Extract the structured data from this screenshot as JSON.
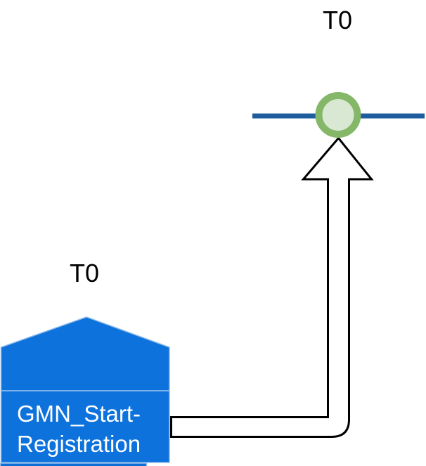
{
  "diagram": {
    "timeline": {
      "time_label": "T0",
      "line_color": "#1E5C9E"
    },
    "milestone": {
      "fill_color": "#D9E8D2",
      "ring_color": "#85B768"
    },
    "connector": {
      "type": "block-arrow-elbow",
      "stroke_color": "#000000",
      "fill_color": "#FFFFFF"
    },
    "event": {
      "time_label": "T0",
      "label": "GMN_Start-Registration",
      "label_line1": "GMN_Start-",
      "label_line2": "Registration",
      "fill_color": "#0D72DC",
      "border_color": "#8FBCEC",
      "text_color": "#FFFFFF"
    },
    "cropped_shape": {
      "fill_color": "#0D6FD6"
    }
  }
}
